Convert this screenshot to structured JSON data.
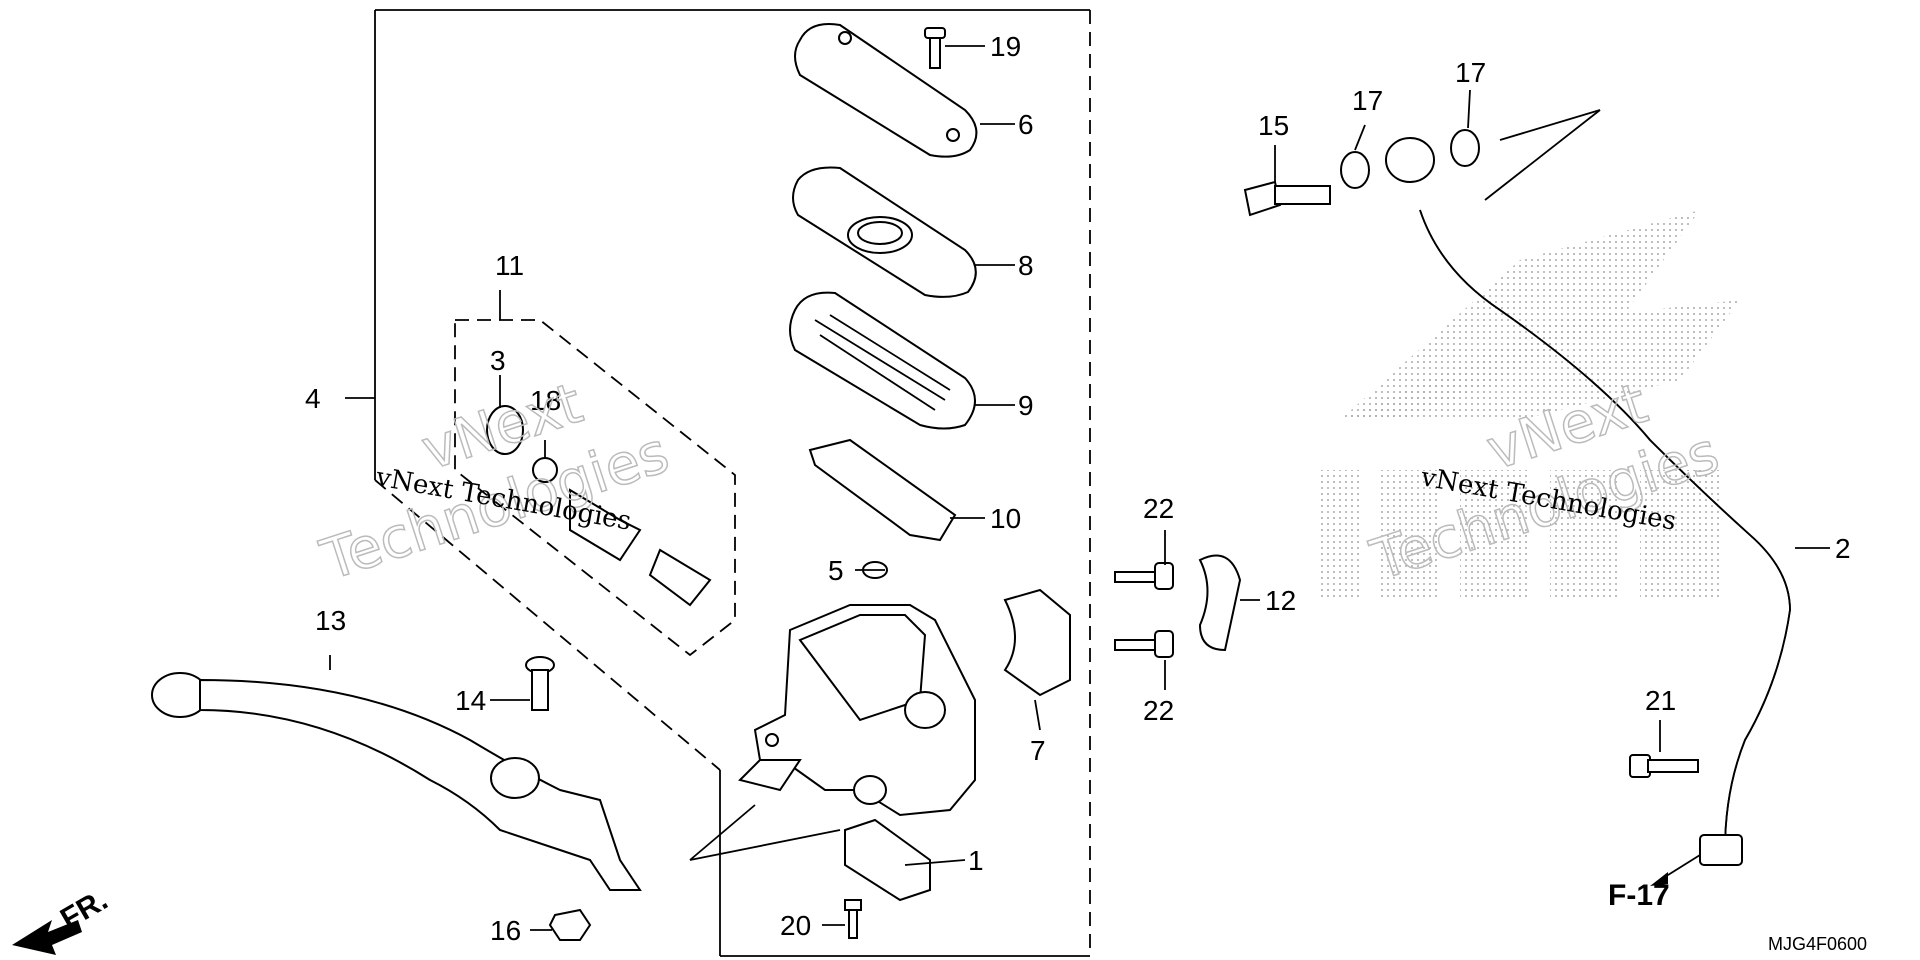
{
  "diagram": {
    "callouts": {
      "c1": "1",
      "c2": "2",
      "c3": "3",
      "c4": "4",
      "c5": "5",
      "c6": "6",
      "c7": "7",
      "c8": "8",
      "c9": "9",
      "c10": "10",
      "c11": "11",
      "c12": "12",
      "c13": "13",
      "c14": "14",
      "c15": "15",
      "c16": "16",
      "c17a": "17",
      "c17b": "17",
      "c18": "18",
      "c19": "19",
      "c20": "20",
      "c21": "21",
      "c22a": "22",
      "c22b": "22"
    },
    "ref_label": "F-17",
    "fr_label": "FR.",
    "diagram_code": "MJG4F0600",
    "watermark_line1": "vNext",
    "watermark_line2": "Technologies",
    "watermark_small": "vNext Technologies"
  }
}
